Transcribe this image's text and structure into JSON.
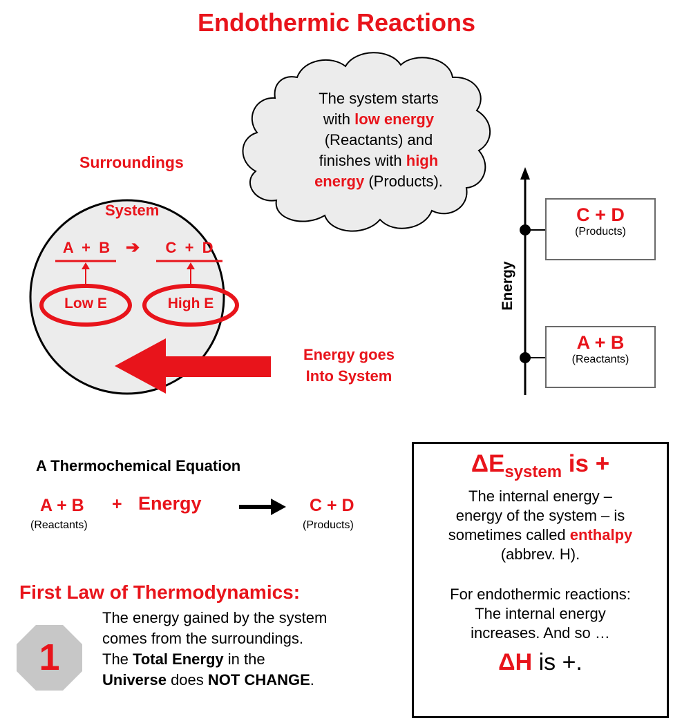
{
  "title": "Endothermic Reactions",
  "cloud": {
    "line1": "The system starts",
    "line2_pre": "with ",
    "line2_red": "low energy",
    "line3": "(Reactants) and",
    "line4_pre": "finishes with ",
    "line4_red": "high",
    "line5_red": "energy",
    "line5_post": " (Products)."
  },
  "diagram": {
    "surroundings": "Surroundings",
    "system": "System",
    "reactants_eq": "A  +  B",
    "products_eq": "C  +  D",
    "arrow_glyph": "➔",
    "low_e": "Low E",
    "high_e": "High E",
    "energy_flow_line1": "Energy goes",
    "energy_flow_line2": "Into System"
  },
  "energy_axis": {
    "label": "Energy",
    "top_box_main": "C + D",
    "top_box_sub": "(Products)",
    "bottom_box_main": "A + B",
    "bottom_box_sub": "(Reactants)"
  },
  "thermo": {
    "heading": "A Thermochemical Equation",
    "reactants": "A + B",
    "plus": "+",
    "energy": "Energy",
    "reactants_sub": "(Reactants)",
    "products": "C + D",
    "products_sub": "(Products)"
  },
  "first_law": {
    "heading": "First Law of Thermodynamics:",
    "number": "1",
    "line1": "The energy gained by the system",
    "line2": "comes from the surroundings.",
    "line3_pre": "The ",
    "line3_bold": "Total Energy",
    "line3_post": " in the",
    "line4_bold1": "Universe",
    "line4_mid": " does ",
    "line4_bold2": "NOT CHANGE",
    "line4_post": "."
  },
  "info_box": {
    "delta": "ΔE",
    "sub": "system",
    "is_plus": " is +",
    "line1": "The internal energy –",
    "line2": "energy of the system – is",
    "line3_pre": "sometimes called ",
    "line3_red": "enthalpy",
    "line4": "(abbrev. H).",
    "line5": "For endothermic reactions:",
    "line6": "The internal energy",
    "line7": "increases. And so …",
    "dh": "ΔH",
    "dh_post": " is +."
  },
  "colors": {
    "accent_red": "#e8141b",
    "cloud_fill": "#ececec",
    "circle_fill": "#ececec",
    "octagon_fill": "#c7c7c7"
  }
}
